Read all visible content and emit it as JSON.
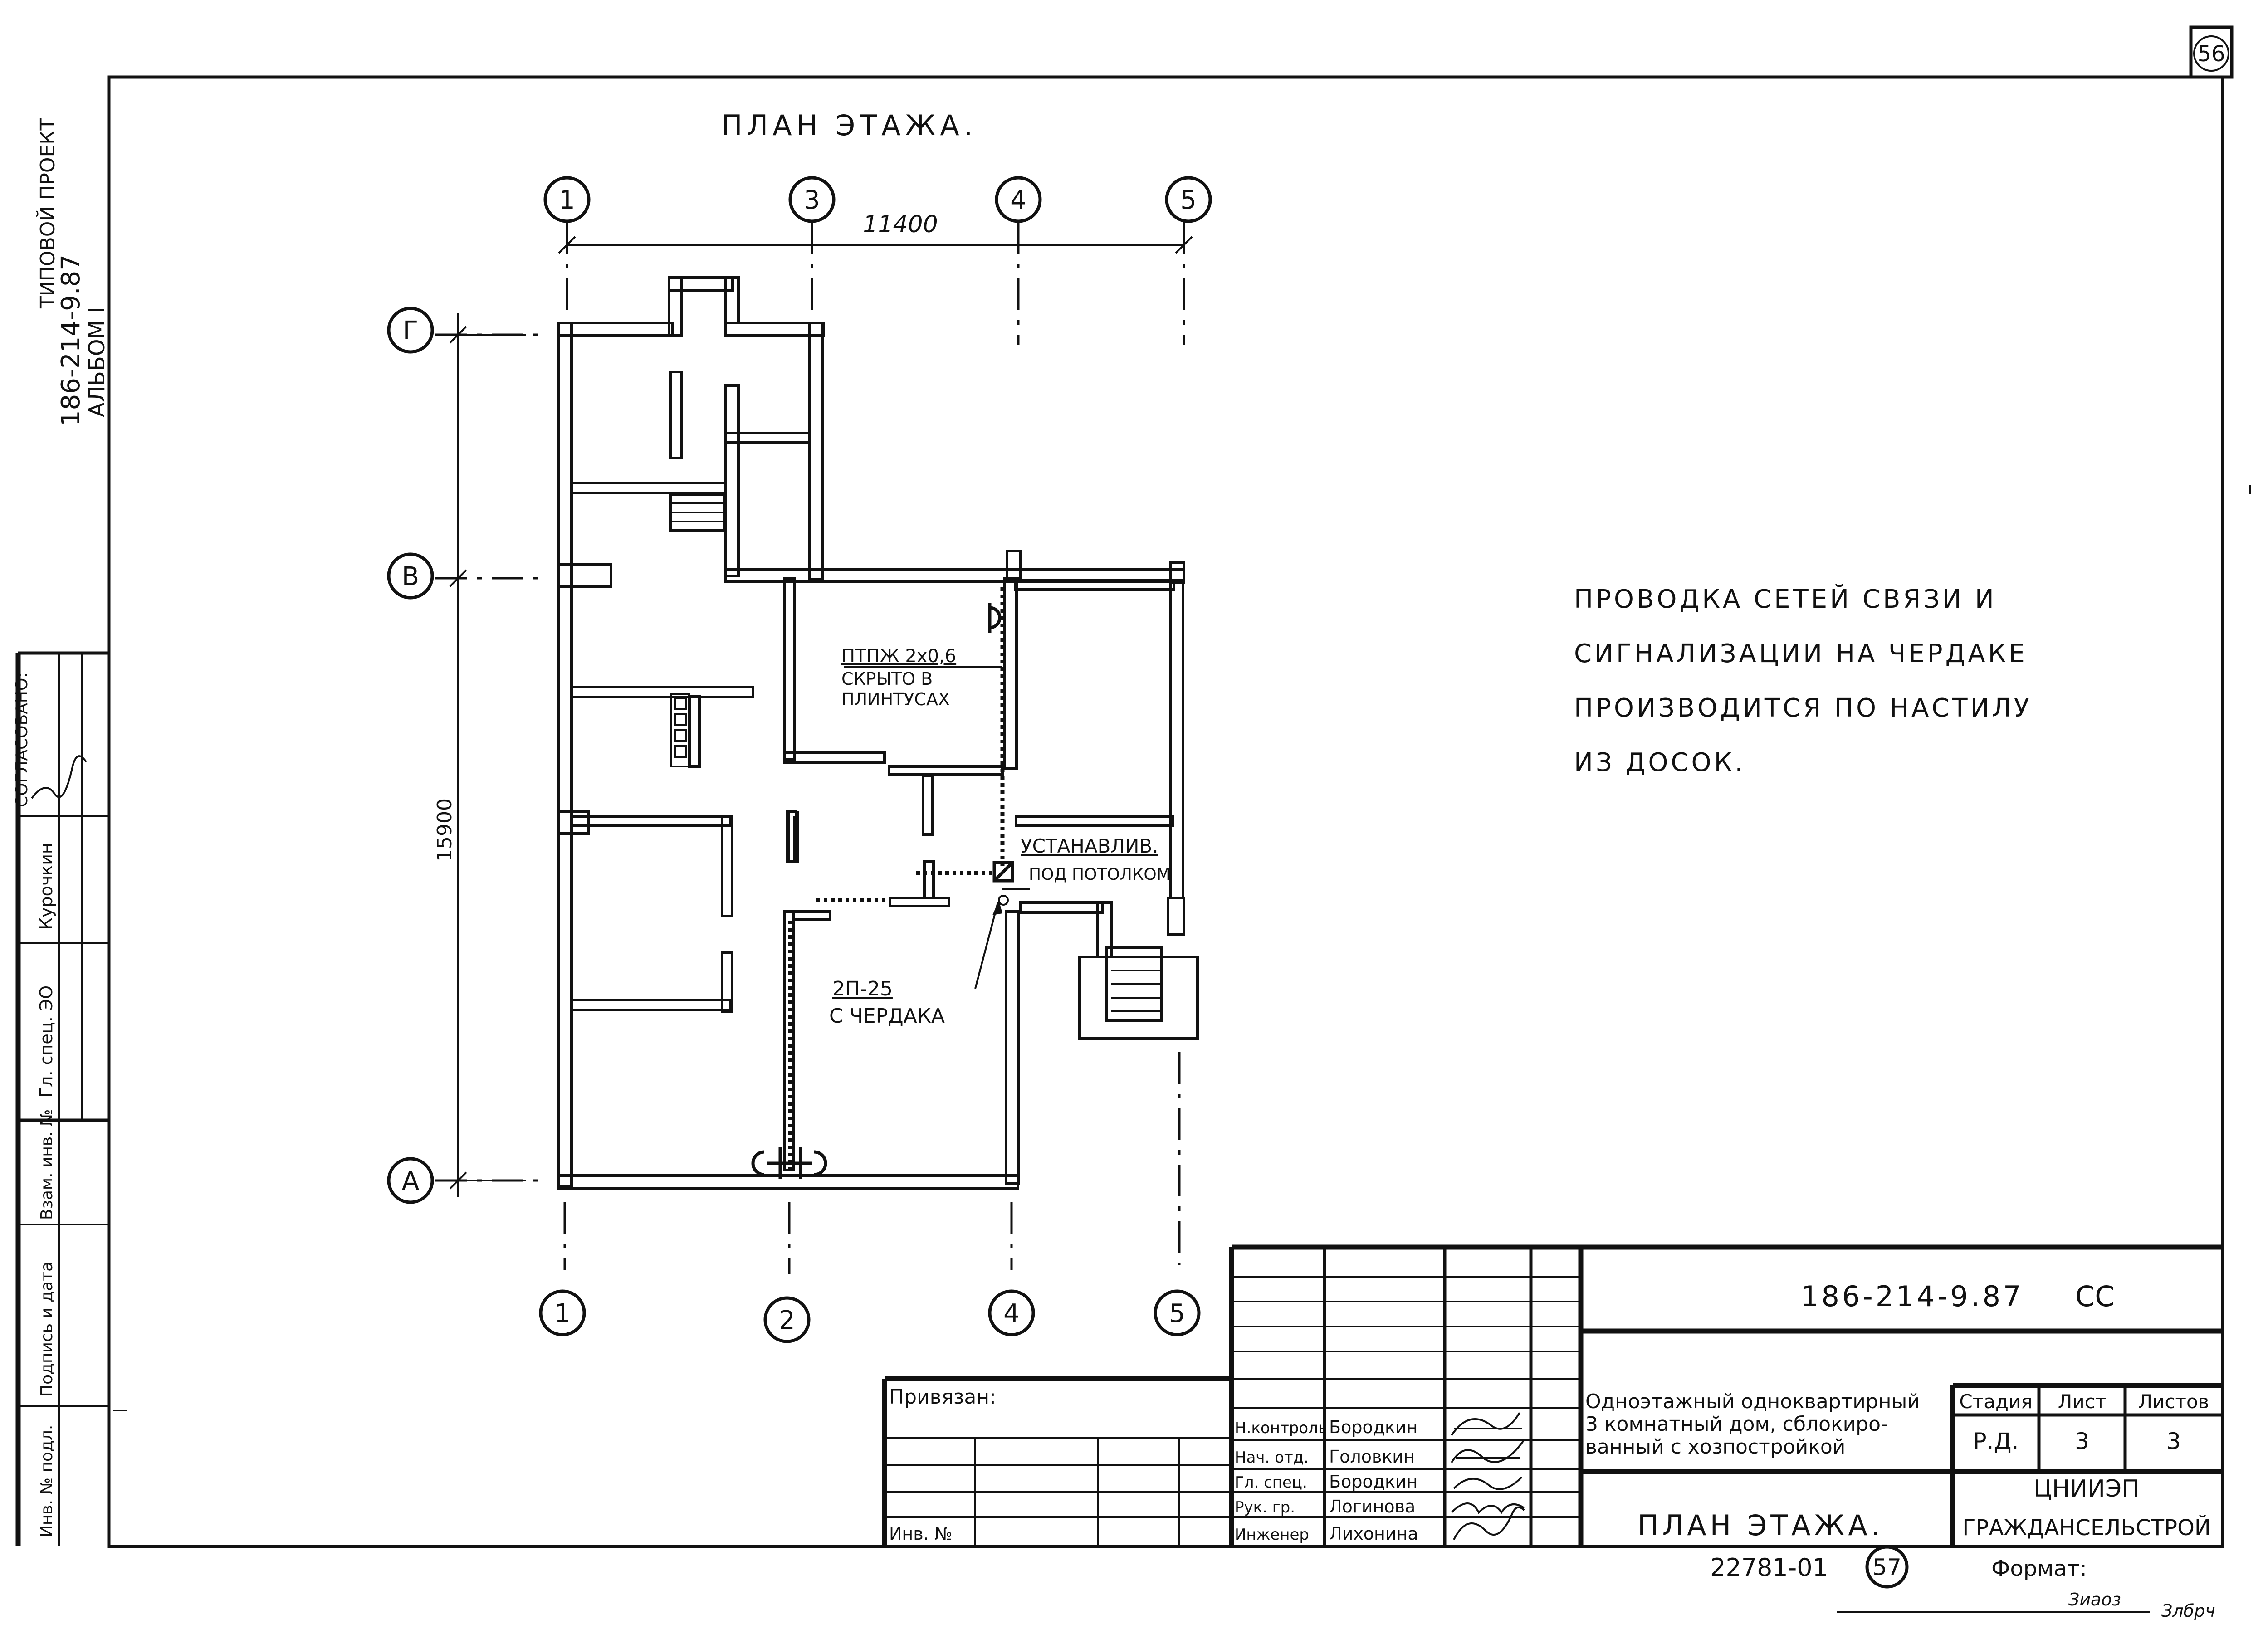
{
  "sheet": {
    "sheet_number": "56",
    "plan_title": "ПЛАН ЭТАЖА.",
    "note_lines": [
      "ПРОВОДКА СЕТЕЙ СВЯЗИ И",
      "СИГНАЛИЗАЦИИ НА ЧЕРДАКЕ",
      "ПРОИЗВОДИТСЯ ПО НАСТИЛУ",
      "ИЗ ДОСОК."
    ]
  },
  "side_margin": {
    "project_line1": "ТИПОВОЙ ПРОЕКТ",
    "project_line2": "186-214-9.87",
    "project_line3": "АЛЬБОМ I",
    "approved": "СОГЛАСОВАНО:",
    "spec_role": "Гл. спец. ЭО",
    "spec_name": "Курочкин",
    "inv_orig": "Инв. № подл.",
    "sign_date": "Подпись и дата",
    "inv_repl": "Взам. инв. №"
  },
  "axes": {
    "top": [
      "1",
      "3",
      "4",
      "5"
    ],
    "bottom": [
      "1",
      "2",
      "4",
      "5"
    ],
    "left": [
      "Г",
      "В",
      "А"
    ],
    "dim_width": "11400",
    "dim_height": "15900"
  },
  "annotations": {
    "cable1_line1": "ПТПЖ 2х0,6",
    "cable1_line2": "СКРЫТО В",
    "cable1_line3": "ПЛИНТУСАХ",
    "install_line1": "УСТАНАВЛИВ.",
    "install_line2": "ПОД ПОТОЛКОМ",
    "cable2_line1": "2П-25",
    "cable2_line2": "С ЧЕРДАКА"
  },
  "title_block": {
    "code": "186-214-9.87",
    "code_suffix": "СС",
    "bound_label": "Привязан:",
    "inv_label": "Инв. №",
    "description_lines": [
      "Одноэтажный одноквартирный",
      "3 комнатный дом, сблокиро-",
      "ванный с хозпостройкой"
    ],
    "stage_header": "Стадия",
    "sheet_header": "Лист",
    "sheets_header": "Листов",
    "stage_value": "Р.Д.",
    "sheet_value": "3",
    "sheets_value": "3",
    "org_line1": "ЦНИИЭП",
    "org_line2": "ГРАЖДАНСЕЛЬСТРОЙ",
    "drawing_name": "ПЛАН ЭТАЖА.",
    "archive_number": "22781-01",
    "page_circle": "57",
    "format_label": "Формат:",
    "signatures": [
      {
        "role": "Н.контроль",
        "name": "Бородкин"
      },
      {
        "role": "Нач. отд.",
        "name": "Головкин"
      },
      {
        "role": "Гл. спец.",
        "name": "Бородкин"
      },
      {
        "role": "Рук. гр.",
        "name": "Логинова"
      },
      {
        "role": "Инженер",
        "name": "Лихонина"
      }
    ],
    "bottom_scribbles": [
      "Зиаоз",
      "Злбрч"
    ]
  }
}
